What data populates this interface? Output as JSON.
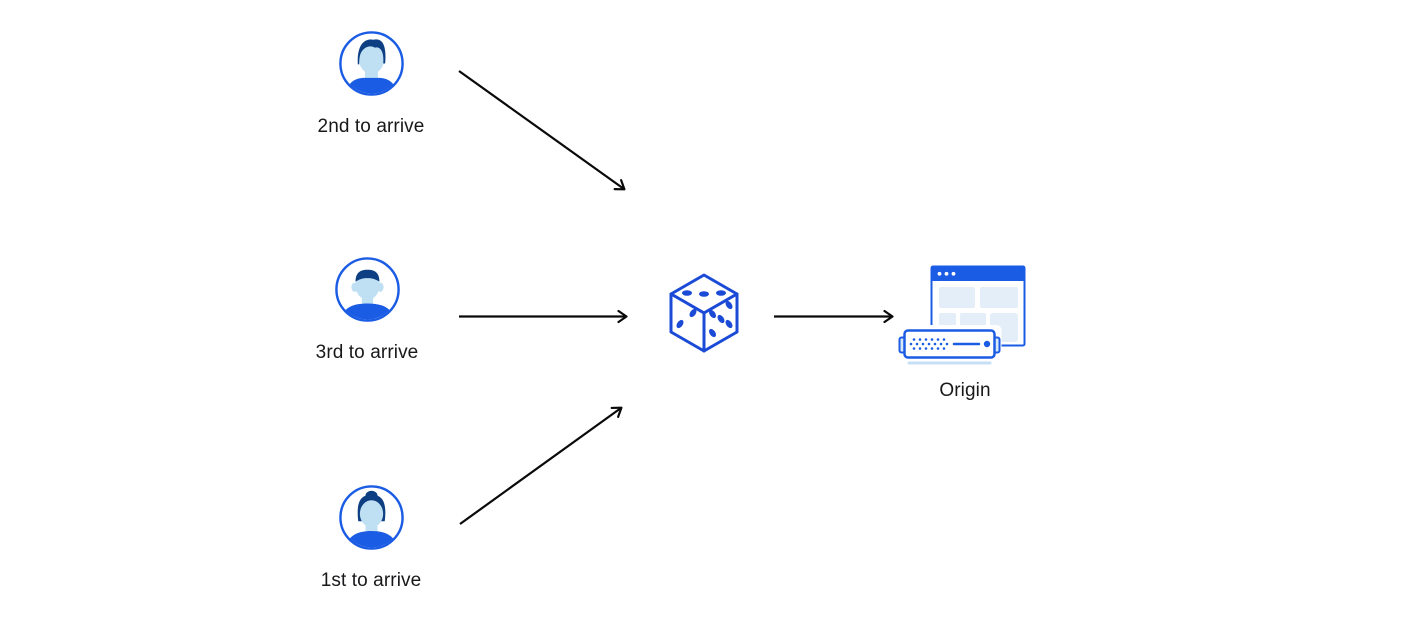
{
  "nodes": {
    "second": {
      "label": "2nd to arrive",
      "icon": "man-swept-hair-avatar-icon"
    },
    "third": {
      "label": "3rd to arrive",
      "icon": "man-flat-top-avatar-icon"
    },
    "first": {
      "label": "1st to arrive",
      "icon": "woman-bun-avatar-icon"
    },
    "dice": {
      "icon": "dice-icon"
    },
    "origin": {
      "label": "Origin",
      "icon": "origin-server-browser-icon"
    }
  },
  "edges": [
    {
      "from": "second",
      "to": "dice",
      "style": "straight-arrow"
    },
    {
      "from": "third",
      "to": "dice",
      "style": "straight-arrow"
    },
    {
      "from": "first",
      "to": "dice",
      "style": "straight-arrow"
    },
    {
      "from": "dice",
      "to": "origin",
      "style": "straight-arrow"
    }
  ],
  "colors": {
    "accent_blue": "#1B5CE4",
    "dice_blue": "#1B4BD6",
    "hair_navy": "#0D3F82",
    "skin_light_blue": "#BFE0F2",
    "panel_light_blue": "#E3EEF9",
    "server_tab_blue": "#D8E9F8",
    "shadow_light_blue": "#C7DFF4",
    "arrow_black": "#0A0A0A",
    "text": "#18181A",
    "background": "#FFFFFF"
  }
}
